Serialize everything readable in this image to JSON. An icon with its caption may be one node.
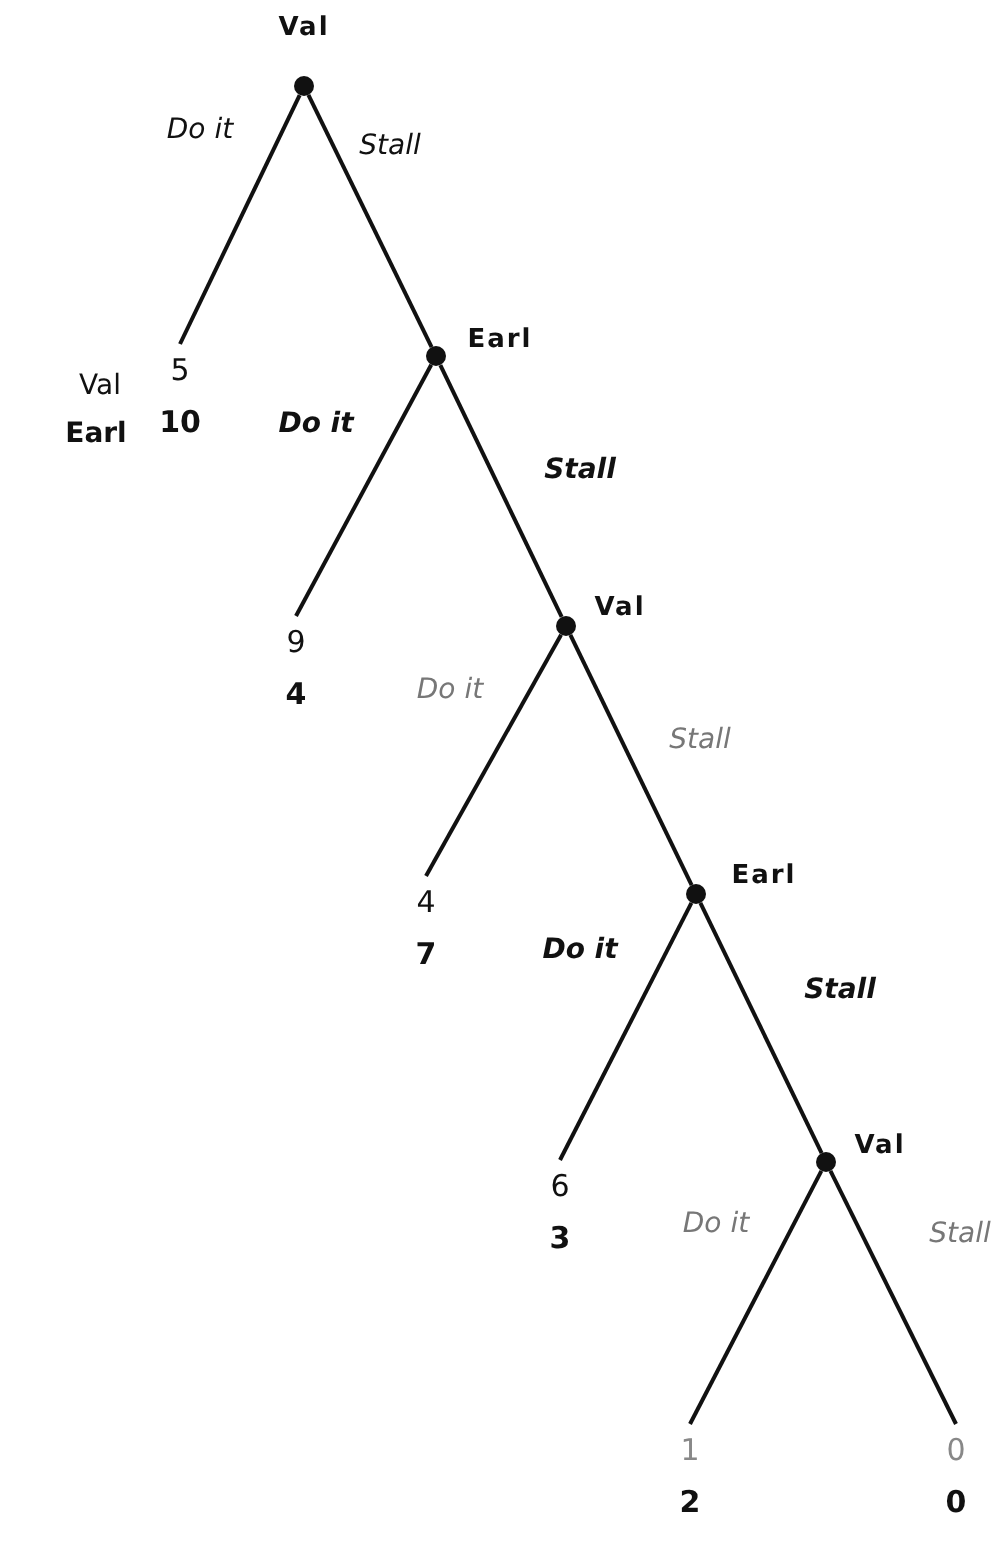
{
  "diagram": {
    "nodes": [
      {
        "text": [
          "Val"
        ]
      },
      {
        "text": [
          "5",
          "10"
        ]
      },
      {
        "text": [
          "Earl"
        ]
      },
      {
        "text": [
          "9",
          "4"
        ]
      },
      {
        "text": [
          "Val"
        ]
      },
      {
        "text": [
          "4",
          "7"
        ]
      },
      {
        "text": [
          "Earl"
        ]
      },
      {
        "text": [
          "6",
          "3"
        ]
      },
      {
        "text": [
          "Val"
        ]
      },
      {
        "text": [
          "1",
          "2"
        ]
      },
      {
        "text": [
          "0",
          "0"
        ]
      }
    ],
    "edges": [
      {
        "from": 0,
        "to": 1,
        "arrow": "none",
        "label": "Do it"
      },
      {
        "from": 0,
        "to": 2,
        "arrow": "none",
        "label": "Stall"
      },
      {
        "from": 2,
        "to": 3,
        "arrow": "none",
        "label": "Do it"
      },
      {
        "from": 2,
        "to": 4,
        "arrow": "none",
        "label": "Stall"
      },
      {
        "from": 4,
        "to": 5,
        "arrow": "none",
        "label": "Do it"
      },
      {
        "from": 4,
        "to": 6,
        "arrow": "none",
        "label": "Stall"
      },
      {
        "from": 6,
        "to": 7,
        "arrow": "none",
        "label": "Do it"
      },
      {
        "from": 6,
        "to": 8,
        "arrow": "none",
        "label": "Stall"
      },
      {
        "from": 8,
        "to": 9,
        "arrow": "none",
        "label": "Do it"
      },
      {
        "from": 8,
        "to": 10,
        "arrow": "none",
        "label": "Stall"
      }
    ],
    "labels": [
      "Val",
      "Earl"
    ]
  }
}
